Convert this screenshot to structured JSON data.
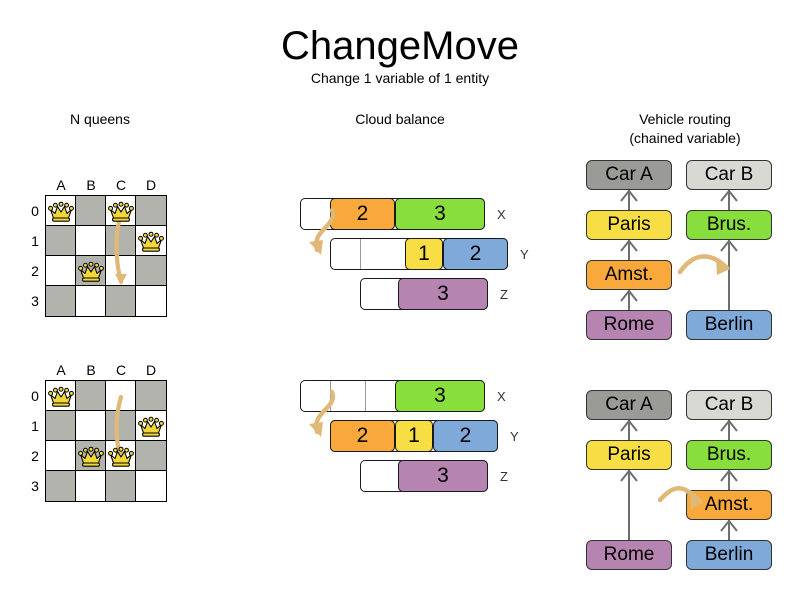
{
  "title": "ChangeMove",
  "subtitle": "Change 1 variable of 1 entity",
  "sections": {
    "queens": "N queens",
    "cloud": "Cloud balance",
    "vrp_line1": "Vehicle routing",
    "vrp_line2": "(chained variable)"
  },
  "colors": {
    "orange": "#F9A93C",
    "green": "#88DE3D",
    "yellow": "#F6DE44",
    "blue": "#7FA9D8",
    "purple": "#B584B0",
    "gray_dark": "#9A9A96",
    "gray_light": "#D9D9D3",
    "board_dark": "#B3B3AD",
    "board_light": "#FFFFFF",
    "arrow": "#E0B877",
    "queen_gold": "#F2D73B",
    "line": "#6E6E6E"
  },
  "nqueens": {
    "column_labels": [
      "A",
      "B",
      "C",
      "D"
    ],
    "row_labels": [
      "0",
      "1",
      "2",
      "3"
    ],
    "before": {
      "queens": [
        {
          "col": 0,
          "row": 0
        },
        {
          "col": 2,
          "row": 0
        },
        {
          "col": 3,
          "row": 1
        },
        {
          "col": 1,
          "row": 2
        }
      ],
      "move": {
        "from_col": 2,
        "from_row": 0,
        "to_col": 2,
        "to_row": 2
      }
    },
    "after": {
      "queens": [
        {
          "col": 0,
          "row": 0
        },
        {
          "col": 3,
          "row": 1
        },
        {
          "col": 1,
          "row": 2
        },
        {
          "col": 2,
          "row": 2
        }
      ],
      "move": {
        "from_col": 2,
        "from_row": 0,
        "to_col": 2,
        "to_row": 2
      }
    }
  },
  "cloud_balance": {
    "row_labels": [
      "X",
      "Y",
      "Z"
    ],
    "before": [
      {
        "label": "X",
        "empty": 30,
        "segments": [
          {
            "value": "2",
            "color": "#F9A93C",
            "width": 65
          },
          {
            "value": "3",
            "color": "#88DE3D",
            "width": 90
          }
        ],
        "dividers": []
      },
      {
        "label": "Y",
        "empty": 75,
        "segments": [
          {
            "value": "1",
            "color": "#F6DE44",
            "width": 38
          },
          {
            "value": "2",
            "color": "#7FA9D8",
            "width": 65
          }
        ],
        "dividers": [
          30
        ]
      },
      {
        "label": "Z",
        "empty": 38,
        "segments": [
          {
            "value": "3",
            "color": "#B584B0",
            "width": 90
          }
        ],
        "dividers": []
      }
    ],
    "after": [
      {
        "label": "X",
        "empty": 95,
        "segments": [
          {
            "value": "3",
            "color": "#88DE3D",
            "width": 90
          }
        ],
        "dividers": [
          30,
          65
        ]
      },
      {
        "label": "Y",
        "empty": 0,
        "segments": [
          {
            "value": "2",
            "color": "#F9A93C",
            "width": 65
          },
          {
            "value": "1",
            "color": "#F6DE44",
            "width": 38
          },
          {
            "value": "2",
            "color": "#7FA9D8",
            "width": 65
          }
        ],
        "dividers": []
      },
      {
        "label": "Z",
        "empty": 38,
        "segments": [
          {
            "value": "3",
            "color": "#B584B0",
            "width": 90
          }
        ],
        "dividers": []
      }
    ]
  },
  "vehicle_routing": {
    "before": {
      "left_chain": [
        "Car A",
        "Paris",
        "Amst.",
        "Rome"
      ],
      "right_chain": [
        "Car B",
        "Brus.",
        "Berlin"
      ]
    },
    "after": {
      "left_chain": [
        "Car A",
        "Paris",
        "Rome"
      ],
      "right_chain": [
        "Car B",
        "Brus.",
        "Amst.",
        "Berlin"
      ]
    },
    "nodes": {
      "car_a": "Car A",
      "car_b": "Car B",
      "paris": "Paris",
      "brussels": "Brus.",
      "amsterdam": "Amst.",
      "rome": "Rome",
      "berlin": "Berlin"
    }
  }
}
